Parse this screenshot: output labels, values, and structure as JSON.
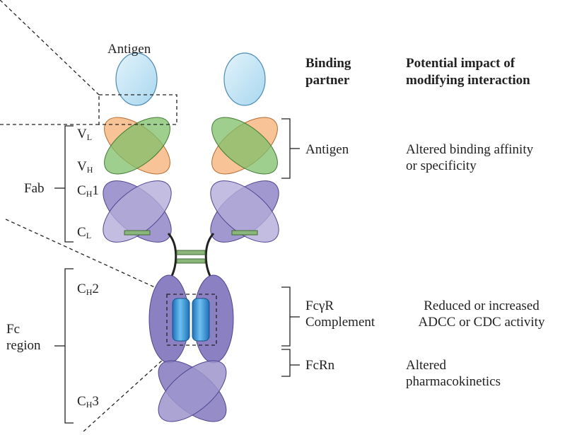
{
  "header": {
    "binding_partner": [
      "Binding",
      "partner"
    ],
    "potential_impact": [
      "Potential impact of",
      "modifying interaction"
    ]
  },
  "labels": {
    "antigen_top": "Antigen",
    "fab": "Fab",
    "fc": [
      "Fc",
      "region"
    ],
    "vl": {
      "main": "V",
      "sub": "L"
    },
    "vh": {
      "main": "V",
      "sub": "H"
    },
    "ch1": {
      "main": "C",
      "sub": "H",
      "suffix": "1"
    },
    "cl": {
      "main": "C",
      "sub": "L"
    },
    "ch2": {
      "main": "C",
      "sub": "H",
      "suffix": "2"
    },
    "ch3": {
      "main": "C",
      "sub": "H",
      "suffix": "3"
    }
  },
  "rows": [
    {
      "partner": [
        "Antigen"
      ],
      "impact": [
        "Altered binding affinity",
        "or specificity"
      ]
    },
    {
      "partner": [
        "FcγR",
        "Complement"
      ],
      "impact": [
        "Reduced or increased",
        "ADCC or CDC activity"
      ]
    },
    {
      "partner": [
        "FcRn"
      ],
      "impact": [
        "Altered",
        "pharmacokinetics"
      ]
    }
  ],
  "colors": {
    "antigen": "#bfe3f5",
    "vl": "#f6b47c",
    "vh": "#7fbf6a",
    "constant": "#8f86c6",
    "fc": "#8a80c2",
    "site": "#3f9ad8",
    "hinge": "#8bb57a"
  }
}
